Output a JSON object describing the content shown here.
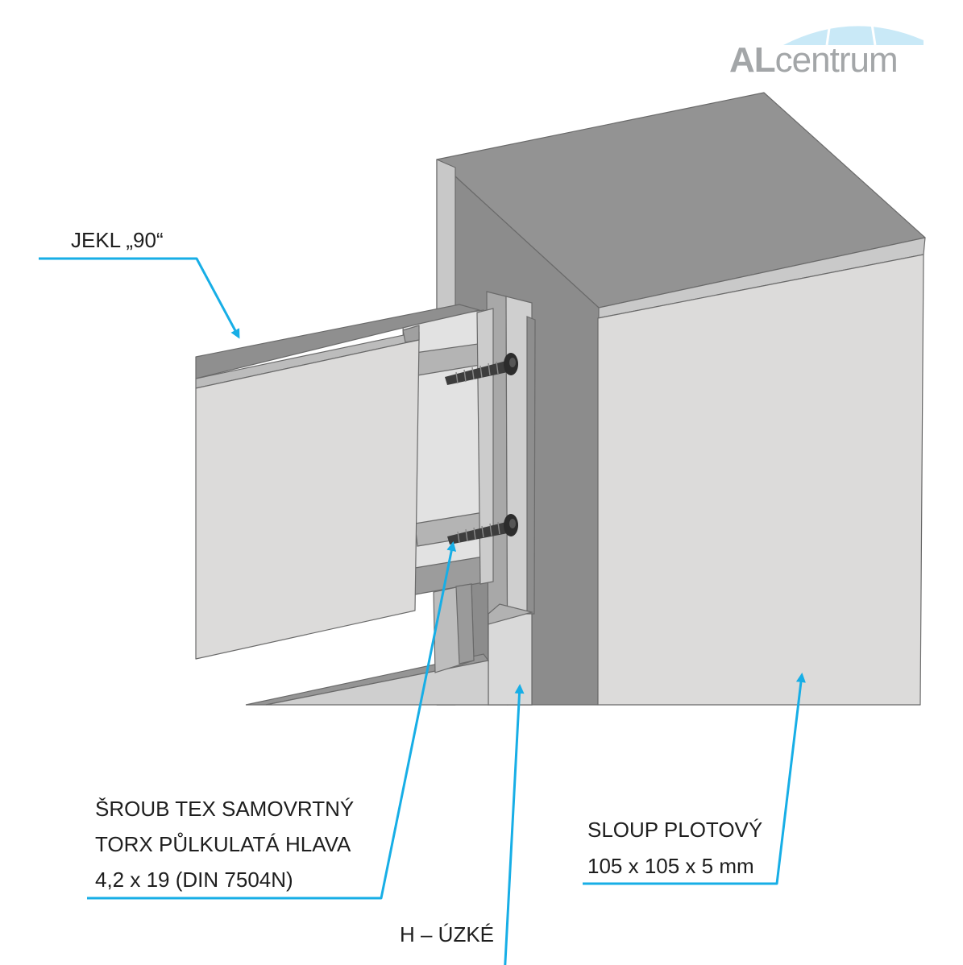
{
  "logo": {
    "brand_bold": "AL",
    "brand_rest": "centrum",
    "arc_color": "#c9e9f7",
    "text_color": "#a3a6a8"
  },
  "callouts": {
    "jekl": "JEKL „90“",
    "screw_line1": "ŠROUB TEX SAMOVRTNÝ",
    "screw_line2": "TORX PŮLKULATÁ HLAVA",
    "screw_line3": "4,2 x 19 (DIN 7504N)",
    "h_profile": "H – ÚZKÉ",
    "post_line1": "SLOUP PLOTOVÝ",
    "post_line2": "105 x 105 x 5 mm"
  },
  "colors": {
    "leader": "#17aee6",
    "dark_face": "#8f8f8f",
    "mid_face": "#a9a9a9",
    "light_face": "#dedddb",
    "edge": "#5a5a5a"
  }
}
